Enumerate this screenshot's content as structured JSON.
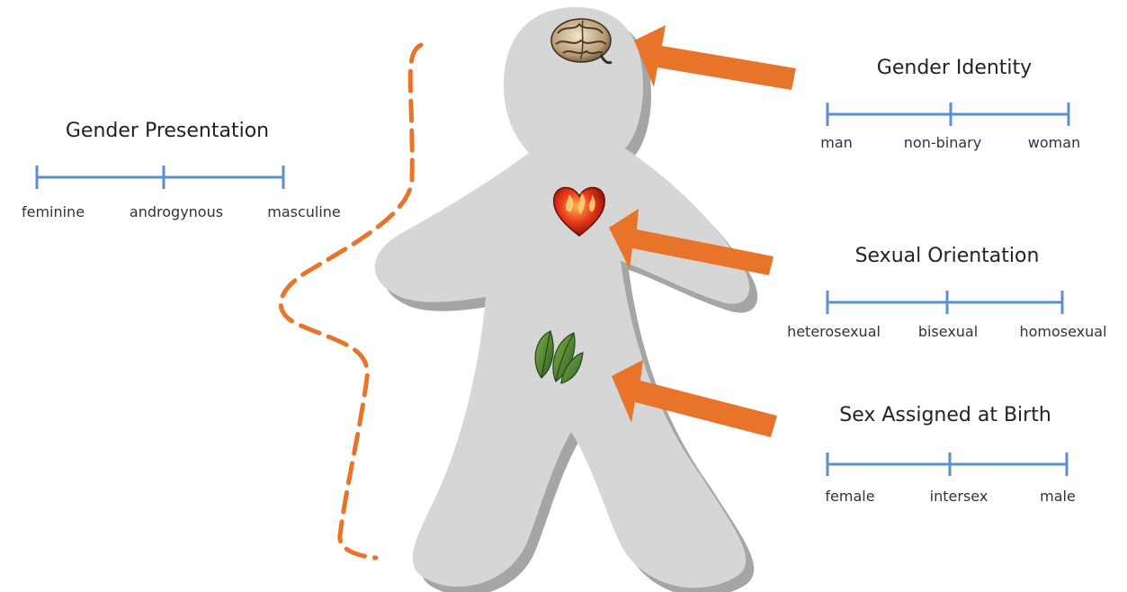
{
  "colors": {
    "figure": "#d6d6d6",
    "figure_shadow": "#9a9a9a",
    "arrow": "#e8742a",
    "scale_line": "#5b8fd0",
    "dashed_line": "#e8742a"
  },
  "icons": {
    "head": "brain-icon",
    "chest": "flaming-heart-icon",
    "groin": "leaves-icon"
  },
  "scales": {
    "gender_presentation": {
      "title": "Gender Presentation",
      "ticks": [
        "feminine",
        "androgynous",
        "masculine"
      ]
    },
    "gender_identity": {
      "title": "Gender Identity",
      "ticks": [
        "man",
        "non-binary",
        "woman"
      ]
    },
    "sexual_orientation": {
      "title": "Sexual Orientation",
      "ticks": [
        "heterosexual",
        "bisexual",
        "homosexual"
      ]
    },
    "sex_assigned": {
      "title": "Sex Assigned at Birth",
      "ticks": [
        "female",
        "intersex",
        "male"
      ]
    }
  }
}
